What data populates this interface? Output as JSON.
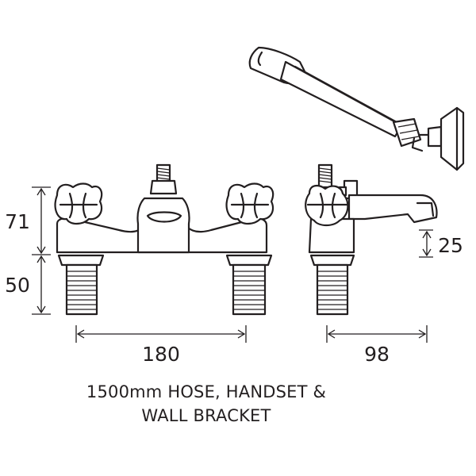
{
  "dimensions": {
    "height_upper": "71",
    "height_lower": "50",
    "spout_height": "25",
    "width_front": "180",
    "depth_side": "98"
  },
  "note": {
    "line1": "1500mm HOSE, HANDSET &",
    "line2": "WALL BRACKET"
  },
  "colors": {
    "line": "#231f20",
    "background": "#ffffff"
  }
}
